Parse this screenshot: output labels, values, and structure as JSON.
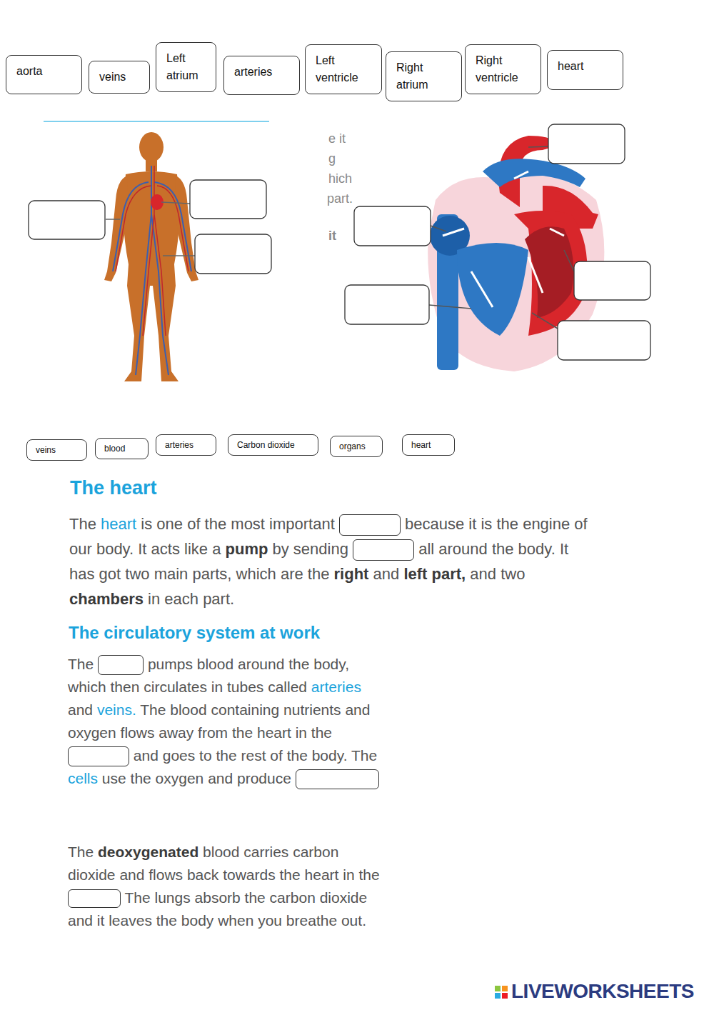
{
  "diagram": {
    "nodes": [
      {
        "text": [
          "aorta"
        ]
      },
      {
        "text": [
          "veins"
        ]
      },
      {
        "text": [
          "Left atrium"
        ]
      },
      {
        "text": [
          "arteries"
        ]
      },
      {
        "text": [
          "Left ventricle"
        ]
      },
      {
        "text": [
          "Right atrium"
        ]
      },
      {
        "text": [
          "Right ventricle"
        ]
      },
      {
        "text": [
          "heart"
        ]
      },
      {
        "text": [
          "veins"
        ]
      },
      {
        "text": [
          "blood"
        ]
      },
      {
        "text": [
          "arteries"
        ]
      },
      {
        "text": [
          "Carbon dioxide"
        ]
      },
      {
        "text": [
          "organs"
        ]
      },
      {
        "text": [
          "heart"
        ]
      }
    ],
    "labels": [
      "e it",
      "g",
      "hich",
      "part.",
      "it",
      "The heart",
      "The",
      "heart",
      "is one of the most important",
      "because it is the engine of our body. It acts like a",
      "pump",
      "by sending",
      "all around the body. It has got two main parts, which are the",
      "right",
      "and",
      "left part,",
      "and two",
      "chambers",
      "in each part.",
      "The circulatory system at work",
      "The",
      "pumps blood around the body, which then circulates in tubes called",
      "arteries",
      "and",
      "veins.",
      "The blood containing nutrients and oxygen flows away from the heart in the",
      "and goes to the rest of the body. The",
      "cells",
      "use the oxygen and produce",
      "The",
      "deoxygenated",
      "blood carries carbon dioxide and flows back towards the heart in the",
      "The lungs absorb the carbon dioxide and it leaves the body when you breathe out.",
      "LIVEWORKSHEETS"
    ]
  }
}
